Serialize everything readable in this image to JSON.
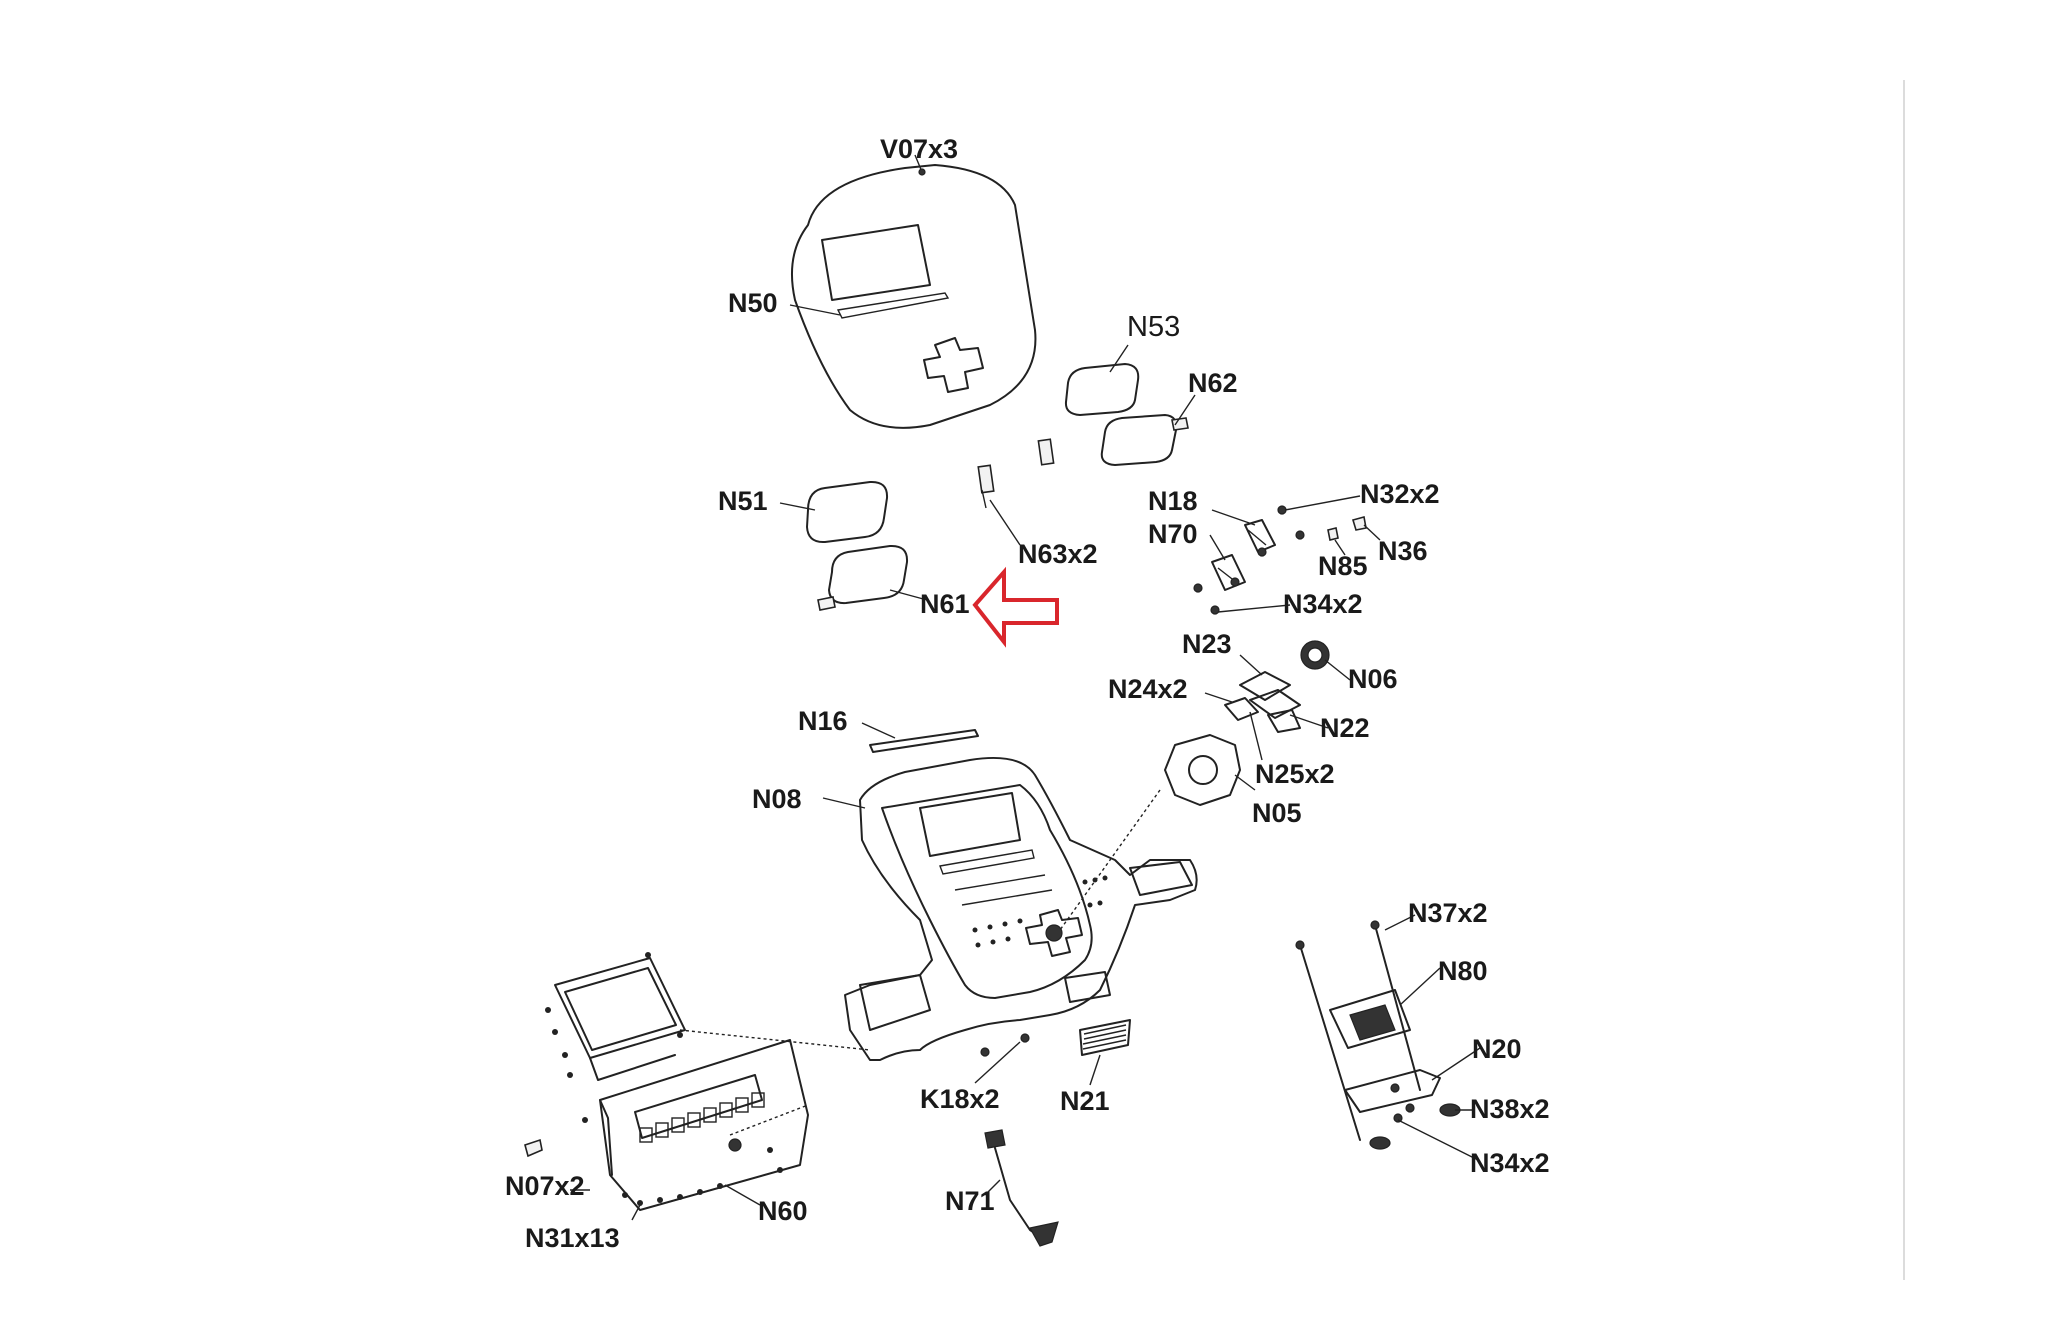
{
  "labels": {
    "V07x3": "V07x3",
    "N50": "N50",
    "N53": "N53",
    "N62": "N62",
    "N51": "N51",
    "N63x2": "N63x2",
    "N61": "N61",
    "N18": "N18",
    "N32x2": "N32x2",
    "N70": "N70",
    "N36": "N36",
    "N85": "N85",
    "N34x2_top": "N34x2",
    "N23": "N23",
    "N06": "N06",
    "N24x2": "N24x2",
    "N22": "N22",
    "N16": "N16",
    "N25x2": "N25x2",
    "N08": "N08",
    "N05": "N05",
    "N37x2": "N37x2",
    "N80": "N80",
    "N20": "N20",
    "N38x2": "N38x2",
    "N34x2_bottom": "N34x2",
    "K18x2": "K18x2",
    "N21": "N21",
    "N07x2": "N07x2",
    "N60": "N60",
    "N31x13": "N31x13",
    "N71": "N71"
  },
  "highlight": {
    "target": "N61",
    "color": "#d9262c"
  }
}
